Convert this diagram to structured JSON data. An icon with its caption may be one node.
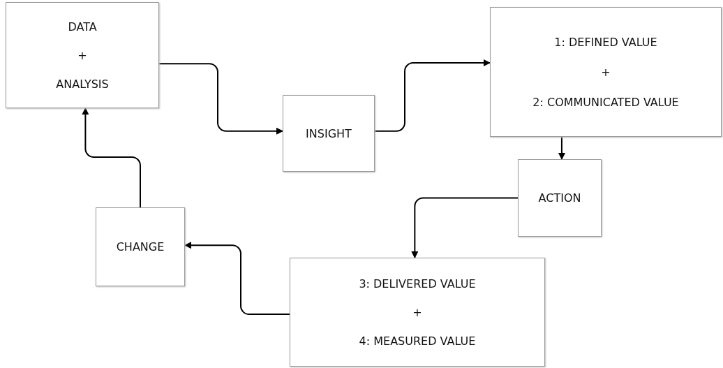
{
  "diagram": {
    "nodes": [
      {
        "text": [
          "DATA",
          "+",
          "ANALYSIS"
        ]
      },
      {
        "text": [
          "INSIGHT"
        ]
      },
      {
        "text": [
          "1: DEFINED VALUE",
          "+",
          "2: COMMUNICATED VALUE"
        ]
      },
      {
        "text": [
          "ACTION"
        ]
      },
      {
        "text": [
          "3: DELIVERED VALUE",
          "+",
          "4: MEASURED VALUE"
        ]
      },
      {
        "text": [
          "CHANGE"
        ]
      }
    ],
    "edges": [
      {
        "from": 0,
        "to": 1,
        "arrow": "to"
      },
      {
        "from": 1,
        "to": 2,
        "arrow": "to"
      },
      {
        "from": 2,
        "to": 3,
        "arrow": "to"
      },
      {
        "from": 3,
        "to": 4,
        "arrow": "to"
      },
      {
        "from": 4,
        "to": 5,
        "arrow": "to"
      },
      {
        "from": 5,
        "to": 0,
        "arrow": "to"
      }
    ]
  }
}
